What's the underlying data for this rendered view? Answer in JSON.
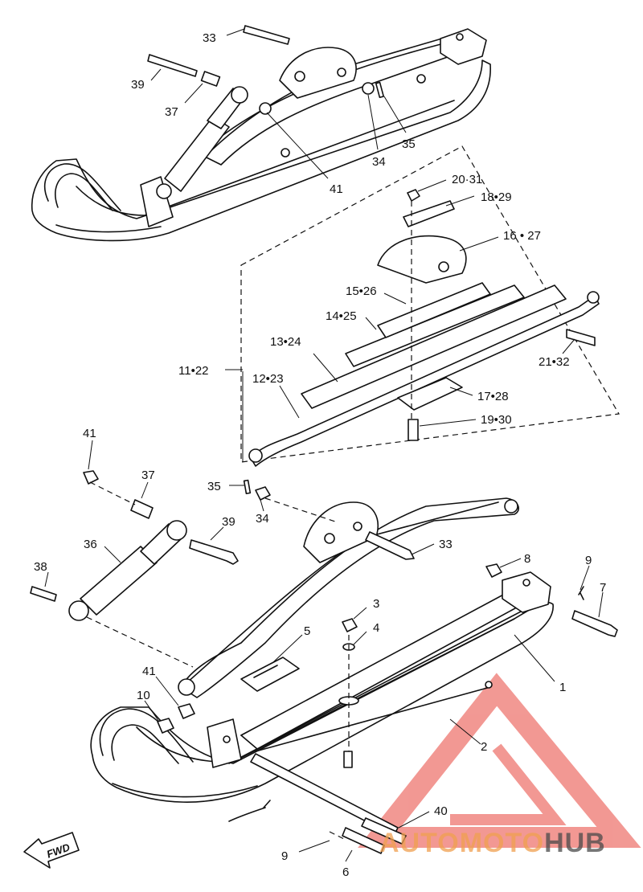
{
  "diagram": {
    "callouts": [
      {
        "id": "c33t",
        "text": "33"
      },
      {
        "id": "c39t",
        "text": "39"
      },
      {
        "id": "c37t",
        "text": "37"
      },
      {
        "id": "c41t",
        "text": "41"
      },
      {
        "id": "c34t",
        "text": "34"
      },
      {
        "id": "c35t",
        "text": "35"
      },
      {
        "id": "c2031",
        "text": "20·31"
      },
      {
        "id": "c1829",
        "text": "18•29"
      },
      {
        "id": "c1627",
        "text": "16 • 27"
      },
      {
        "id": "c1526",
        "text": "15•26"
      },
      {
        "id": "c1425",
        "text": "14•25"
      },
      {
        "id": "c1324",
        "text": "13•24"
      },
      {
        "id": "c1122",
        "text": "11•22"
      },
      {
        "id": "c1223",
        "text": "12•23"
      },
      {
        "id": "c2132",
        "text": "21•32"
      },
      {
        "id": "c1728",
        "text": "17•28"
      },
      {
        "id": "c1930",
        "text": "19•30"
      },
      {
        "id": "c41m",
        "text": "41"
      },
      {
        "id": "c37m",
        "text": "37"
      },
      {
        "id": "c35m",
        "text": "35"
      },
      {
        "id": "c34m",
        "text": "34"
      },
      {
        "id": "c39m",
        "text": "39"
      },
      {
        "id": "c36",
        "text": "36"
      },
      {
        "id": "c33m",
        "text": "33"
      },
      {
        "id": "c38",
        "text": "38"
      },
      {
        "id": "c8",
        "text": "8"
      },
      {
        "id": "c9a",
        "text": "9"
      },
      {
        "id": "c7",
        "text": "7"
      },
      {
        "id": "c3",
        "text": "3"
      },
      {
        "id": "c4",
        "text": "4"
      },
      {
        "id": "c5",
        "text": "5"
      },
      {
        "id": "c1",
        "text": "1"
      },
      {
        "id": "c41b",
        "text": "41"
      },
      {
        "id": "c10",
        "text": "10"
      },
      {
        "id": "c2",
        "text": "2"
      },
      {
        "id": "c40",
        "text": "40"
      },
      {
        "id": "c9b",
        "text": "9"
      },
      {
        "id": "c6",
        "text": "6"
      }
    ],
    "fwd_label": "FWD"
  },
  "watermark": {
    "part1": "AUTOMOTO",
    "part2": "HUB",
    "color_primary": "#e8453c",
    "color_secondary": "#4a4a4a"
  }
}
